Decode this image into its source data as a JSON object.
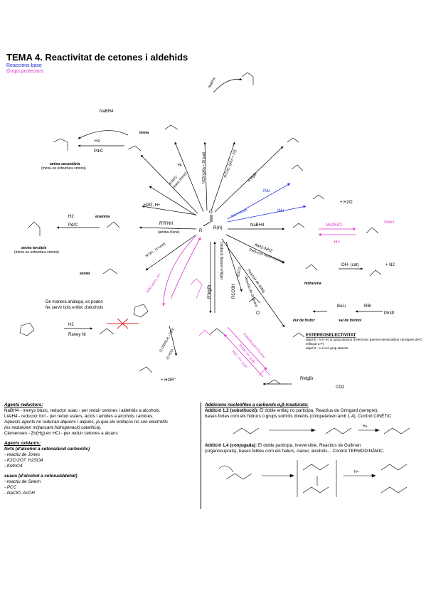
{
  "header": {
    "title": "TEMA 4. Reactivitat de cetones i aldehids",
    "legend_base": "Reaccions base",
    "legend_protect": "Grups protectors"
  },
  "colors": {
    "base": "#1f2ad6",
    "protect": "#e030d0",
    "warning": "#e02020",
    "ink": "#000000"
  },
  "scheme": {
    "center": "R(H)",
    "labels": {
      "nabh4_top": "NaBH4",
      "h2_pdc_1": "H2",
      "pdc_1": "Pd/C",
      "amina_sec": "amina secundària",
      "amina_sec_note": "(mireu-se estructura cetona)",
      "imina": "imina",
      "rnh2": "R'NH2",
      "rnh2_note": "(base d'ene)",
      "h2o_h": "H2O, H+",
      "h_minus": "H-",
      "hcn": "HCN (pKa = 9) (cat)",
      "alkyne": "R'C≡C- (pKa = 25)",
      "rmgbr_top": "R'MgBr",
      "nahso3": "NaBH4",
      "inu_1": "INu",
      "inu_2": "INu",
      "nu_note": "Nuc neutre",
      "plus_h2o": "+ H2O",
      "me3sicl": "Me3SiCl",
      "h_plus_blue": "H+",
      "sime3": "SiMe3",
      "nabh4_right": "NaBH4",
      "nh2nh2": "NH2-NH2",
      "wolff": "Reducció Wolff-Kishner",
      "hidrazona": "hidrazona",
      "oh_cat": "OH- (cat)",
      "plus_n2": "+ N2",
      "wittig": "Reacció de Wittig",
      "buli": "BuLi",
      "rbr": "RBr",
      "ph3p": "Ph3P",
      "ilur": "ilur de fòsfor",
      "sal": "sal de fosfoni",
      "estereo": "ESTEREOSELECTIVITAT",
      "estereo_1": "alquil E - si R és un grup atractor d'electrons (permet deslocalitzar càrregues del C enllaçat a P).",
      "estereo_2": "alquil Z - si no té grup atractor",
      "h2_pdc_2": "H2",
      "pdc_2": "Pd/C",
      "enamina": "enamina",
      "r2nh": "R'R'NH",
      "r2nh_note": "(amina d'ene)",
      "amina_ter": "amina terciària",
      "amina_ter_note": "(mireu-se estructura cetona)",
      "roh": "R'OH , H+(cat)",
      "acetal": "acetal",
      "h2o_exc": "H2O (exc), H+",
      "analoga_1": "De manera anàloga, es poden",
      "analoga_2": "fer servir tiols enlloc d'alcohols",
      "h2_raney": "H2",
      "raney": "Raney Ni",
      "oxid_bv": "Oxidació Baeyer-Villiger",
      "rco3h": "RCO3H",
      "rmgbr_mid": "R'MgBr",
      "socl2": "SOCl2",
      "reactiu_grignard": "Reactiu de Grignard",
      "cl": "Cl",
      "esterif": "Esterificació Fischer",
      "r_oh_h": "R'OH, H+ (cat)",
      "h2o_h_cat": "H2O, H+ (cat)",
      "dibalh": "1) DIBALH, -78ºC",
      "h2o_2": "2) H2O",
      "plus_hor": "+ HOR''",
      "rmgbr_bottom": "RMgBr",
      "co2": "CO2",
      "nabh4_amine": "NaBH4"
    }
  },
  "left_notes": {
    "reductors_title": "Agents reductors:",
    "red_1": "NaBH4 - menys bàsic, reductor suau - per reduir cetones i aldehids a alcohols.",
    "red_2": "LiAlH4 - reductor fort - per reduir esters, àcids  i amides a alcohols i amines.",
    "red_3": "Aquests agents no reduiran alquens i alquins, ja que els enllaços no són electròfils",
    "red_4": "(es redueixen mitjançant hidrogenació catalítica).",
    "red_5": "Clemensen - Zn(Hg) en HCl - per reduir cetones a alcans",
    "oxidants_title": "Agents oxidants:",
    "forts": "forts (d'alcohol a cetona/àcid carboxílic)",
    "ox_1": "- reactiu de Jones",
    "ox_2": "- K2Cr2O7, H2SO4",
    "ox_3": "- KMnO4",
    "suaus": "suaus (d'alcohol a cetona/aldehid)",
    "ox_4": "- reactiu de Swern",
    "ox_5": "- PCC",
    "ox_6": "- NaClO, AcOH"
  },
  "right_notes": {
    "title": "Addicions nucleòfiles a carbonils α,β-insaturats:",
    "a12_head": "Addició 1,2 (substitució):",
    "a12_text": " El doble enllaç no participa. Reactius de Gringard (sempre),",
    "a12_text2": "bases fortes com els hidrurs o grups sortints dolents (competeixen amb 1,4). Control CINÈTIC",
    "h_plus": "H+",
    "a14_head": "Addició 1,4 (conjugada):",
    "a14_text": " El doble participa, irreversible. Reactius de Guilman",
    "a14_text2": "(organocuprats), bases febles com els halurs, cianur, alcohols... Control TERMODINÀMIC.",
    "h_plus_2": "H+"
  }
}
